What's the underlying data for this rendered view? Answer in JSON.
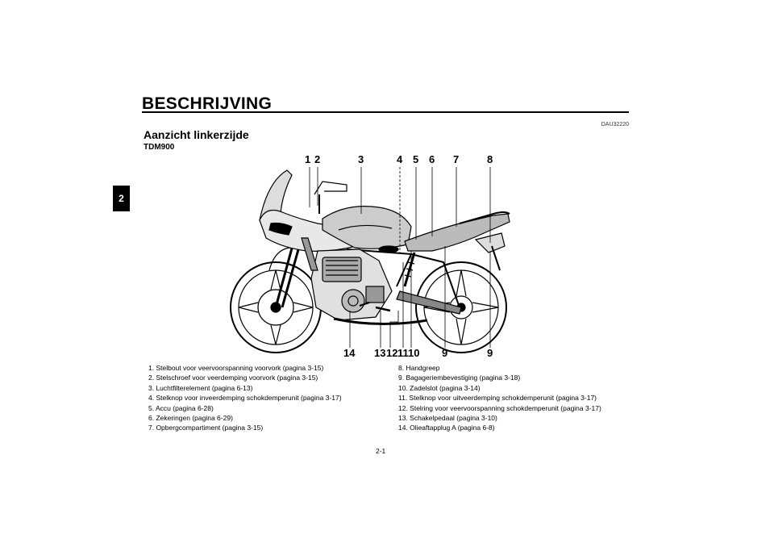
{
  "chapter_tab": "2",
  "chapter_title": "BESCHRIJVING",
  "doc_code": "DAU32220",
  "section_title": "Aanzicht linkerzijde",
  "model_name": "TDM900",
  "callouts": {
    "top": [
      "1",
      "2",
      "3",
      "4",
      "5",
      "6",
      "7",
      "8"
    ],
    "bottom": [
      "14",
      "13",
      "12",
      "11",
      "10",
      "9",
      "9"
    ]
  },
  "legend_left": [
    "1. Stelbout voor veervoorspanning voorvork (pagina 3-15)",
    "2. Stelschroef voor veerdemping voorvork (pagina 3-15)",
    "3. Luchtfilterelement (pagina 6-13)",
    "4. Stelknop voor inveerdemping schokdemperunit (pagina 3-17)",
    "5. Accu (pagina 6-28)",
    "6. Zekeringen (pagina 6-29)",
    "7. Opbergcompartiment (pagina 3-15)"
  ],
  "legend_right": [
    "8. Handgreep",
    "9. Bagageriembevestiging (pagina 3-18)",
    "10. Zadelslot (pagina 3-14)",
    "11. Stelknop voor uitveerdemping schokdemperunit (pagina 3-17)",
    "12. Stelring voor veervoorspanning schokdemperunit (pagina 3-17)",
    "13. Schakelpedaal (pagina 3-10)",
    "14. Olieaftapplug A (pagina 6-8)"
  ],
  "page_number": "2-1"
}
